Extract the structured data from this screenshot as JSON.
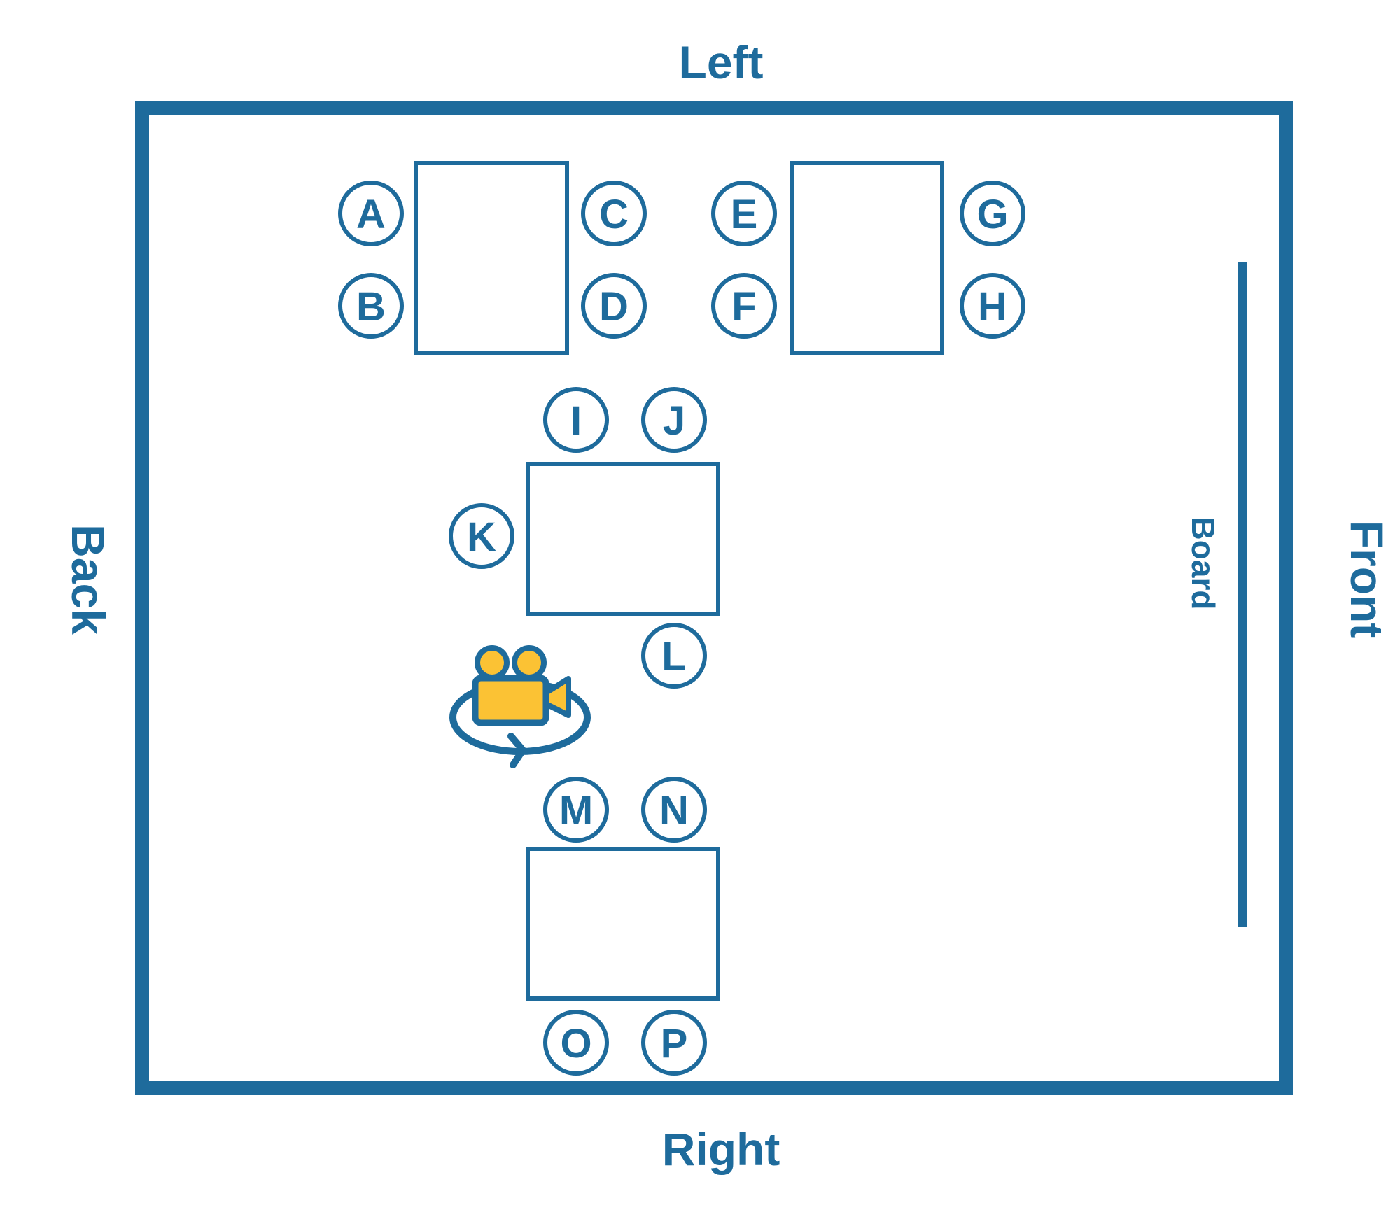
{
  "walls": {
    "top": "Left",
    "bottom": "Right",
    "left": "Back",
    "right": "Front"
  },
  "board": {
    "label": "Board"
  },
  "camera": {
    "icon": "rotating-video-camera-icon"
  },
  "seats": [
    "A",
    "B",
    "C",
    "D",
    "E",
    "F",
    "G",
    "H",
    "I",
    "J",
    "K",
    "L",
    "M",
    "N",
    "O",
    "P"
  ],
  "colors": {
    "primary": "#1e6b9c",
    "accent": "#fbc234",
    "seat_fill": "#fbd989"
  }
}
